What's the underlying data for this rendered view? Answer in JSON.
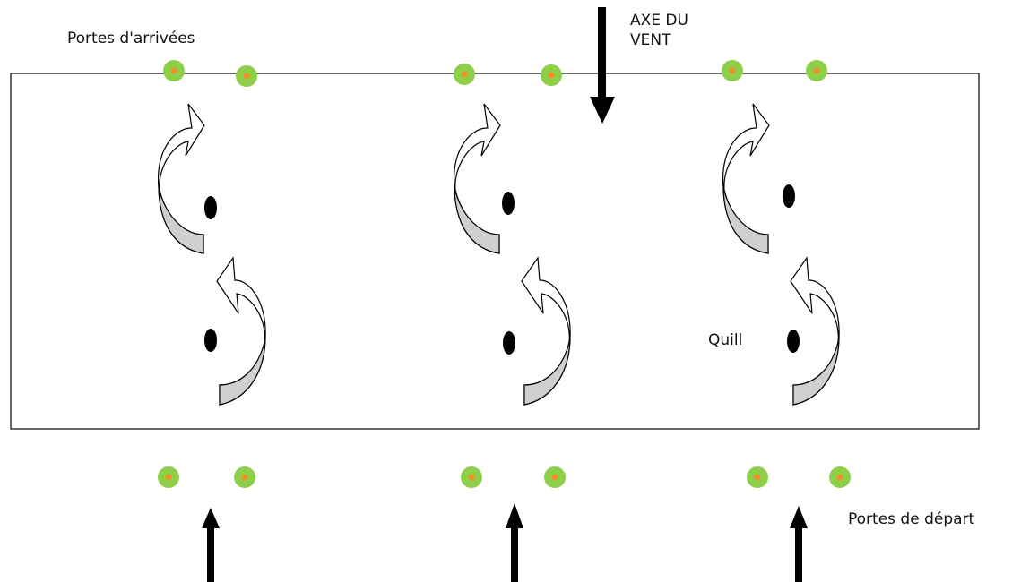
{
  "labels": {
    "arrivals": "Portes d'arrivées",
    "wind_line1": "AXE DU",
    "wind_line2": "VENT",
    "departures": "Portes de départ",
    "pin": "Quill"
  },
  "colors": {
    "gate_fill": "#8ecf4a",
    "gate_center": "#f0902a",
    "arrow_shade": "#cfcfcf",
    "ink": "#000000"
  },
  "lanes": 3,
  "gates_per_lane": 2,
  "pins_per_lane": 2
}
